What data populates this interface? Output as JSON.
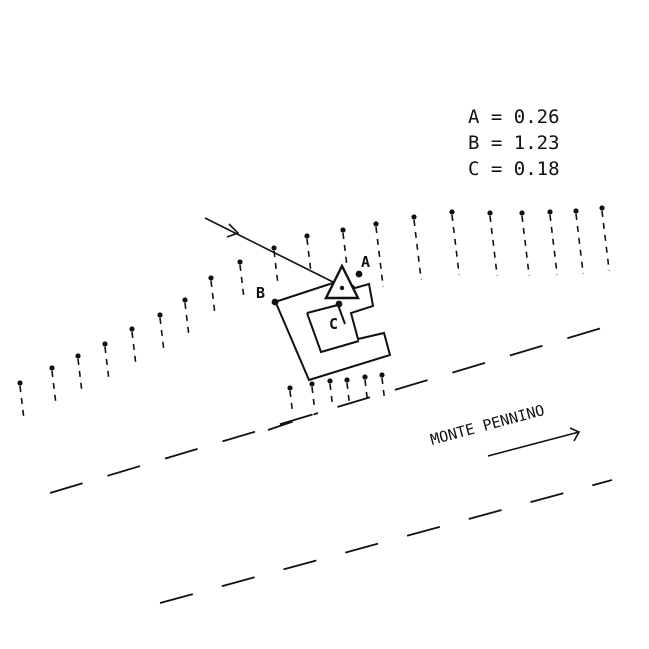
{
  "legend": [
    {
      "key": "A",
      "value": "0.26",
      "text": "A = 0.26"
    },
    {
      "key": "B",
      "value": "1.23",
      "text": "B = 1.23"
    },
    {
      "key": "C",
      "value": "0.18",
      "text": "C = 0.18"
    }
  ],
  "labels": {
    "point_a": "A",
    "point_b": "B",
    "point_c": "C",
    "road": "MONTE PENNINO"
  },
  "colors": {
    "ink": "#111111",
    "background": "#ffffff"
  }
}
